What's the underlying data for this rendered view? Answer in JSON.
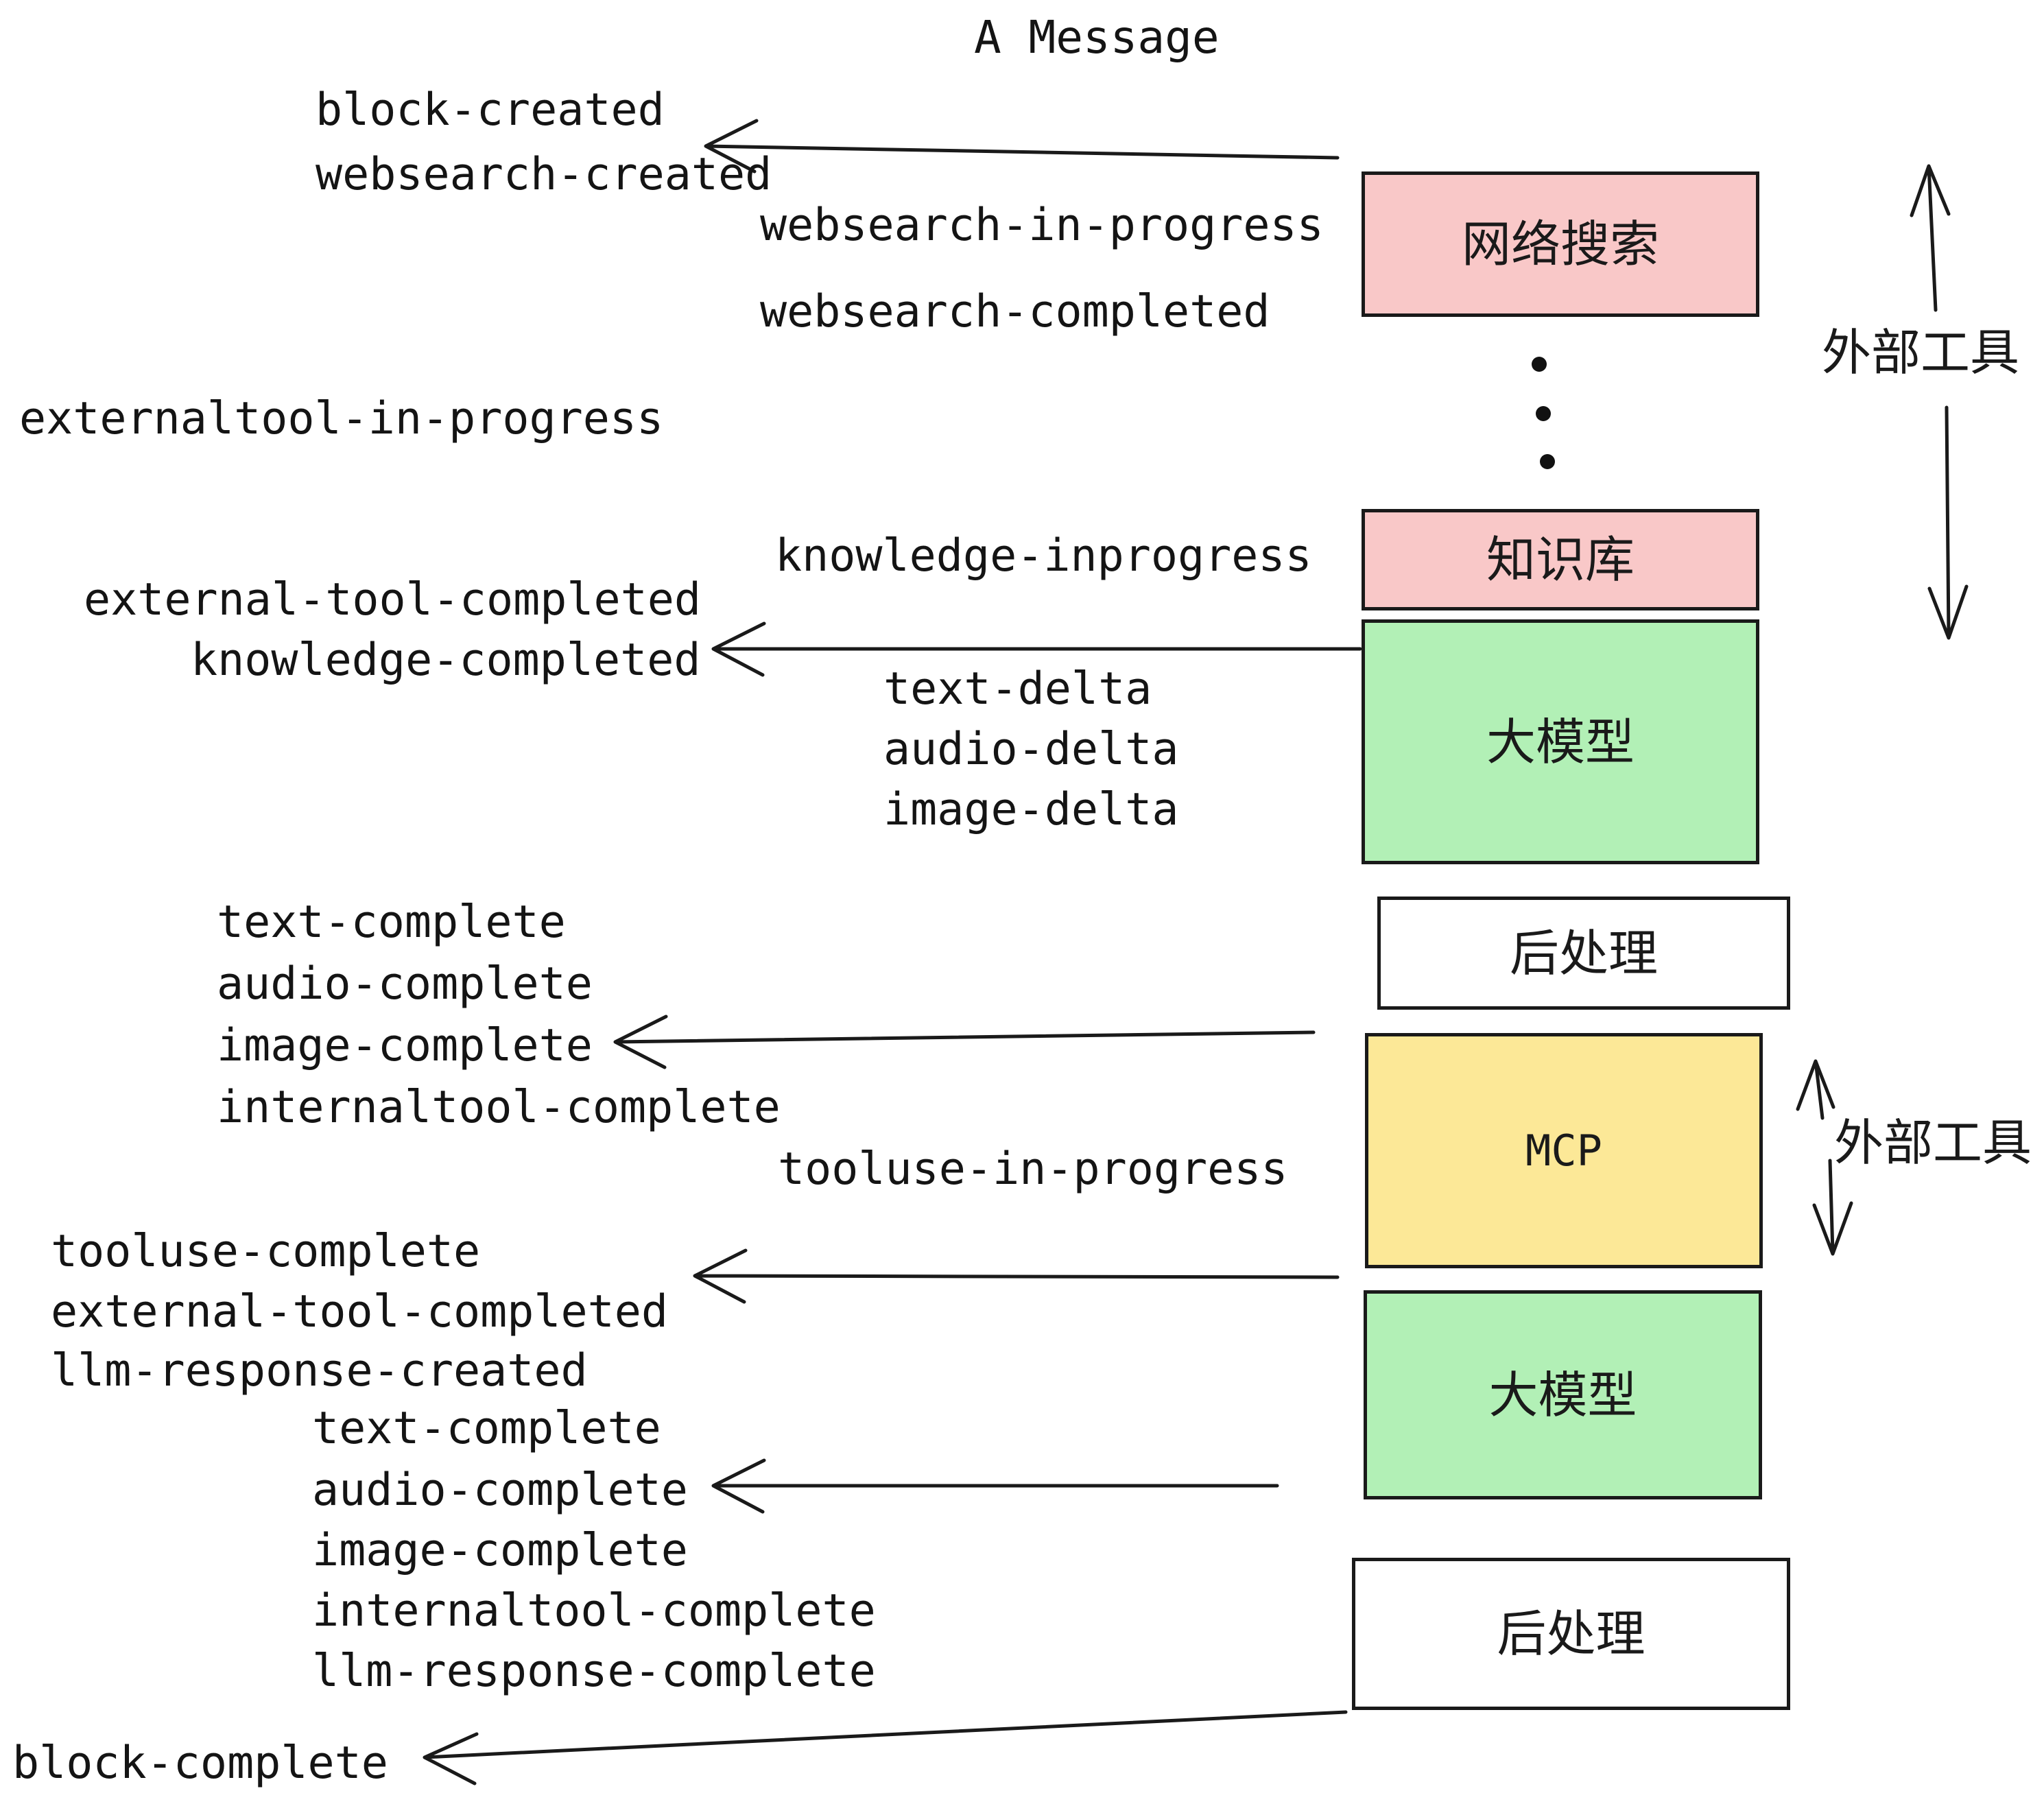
{
  "title": "A Message",
  "events": [
    "block-created",
    "websearch-created",
    "websearch-in-progress",
    "websearch-completed",
    "externaltool-in-progress",
    "knowledge-inprogress",
    "external-tool-completed",
    "knowledge-completed",
    "text-delta",
    "audio-delta",
    "image-delta",
    "text-complete",
    "audio-complete",
    "image-complete",
    "internaltool-complete",
    "tooluse-in-progress",
    "tooluse-complete",
    "external-tool-completed",
    "llm-response-created",
    "text-complete",
    "audio-complete",
    "image-complete",
    "internaltool-complete",
    "llm-response-complete",
    "block-complete"
  ],
  "boxes": {
    "websearch": "网络搜索",
    "knowledge": "知识库",
    "llm1": "大模型",
    "post1": "后处理",
    "mcp": "MCP",
    "llm2": "大模型",
    "post2": "后处理"
  },
  "side_labels": {
    "external_tools_top": "外部工具",
    "external_tools_bottom": "外部工具"
  },
  "colors": {
    "box_pink": "#f9c8c8",
    "box_green": "#b2f0b6",
    "box_yellow": "#fce897",
    "box_white": "#ffffff",
    "ink": "#1a1a1a"
  }
}
